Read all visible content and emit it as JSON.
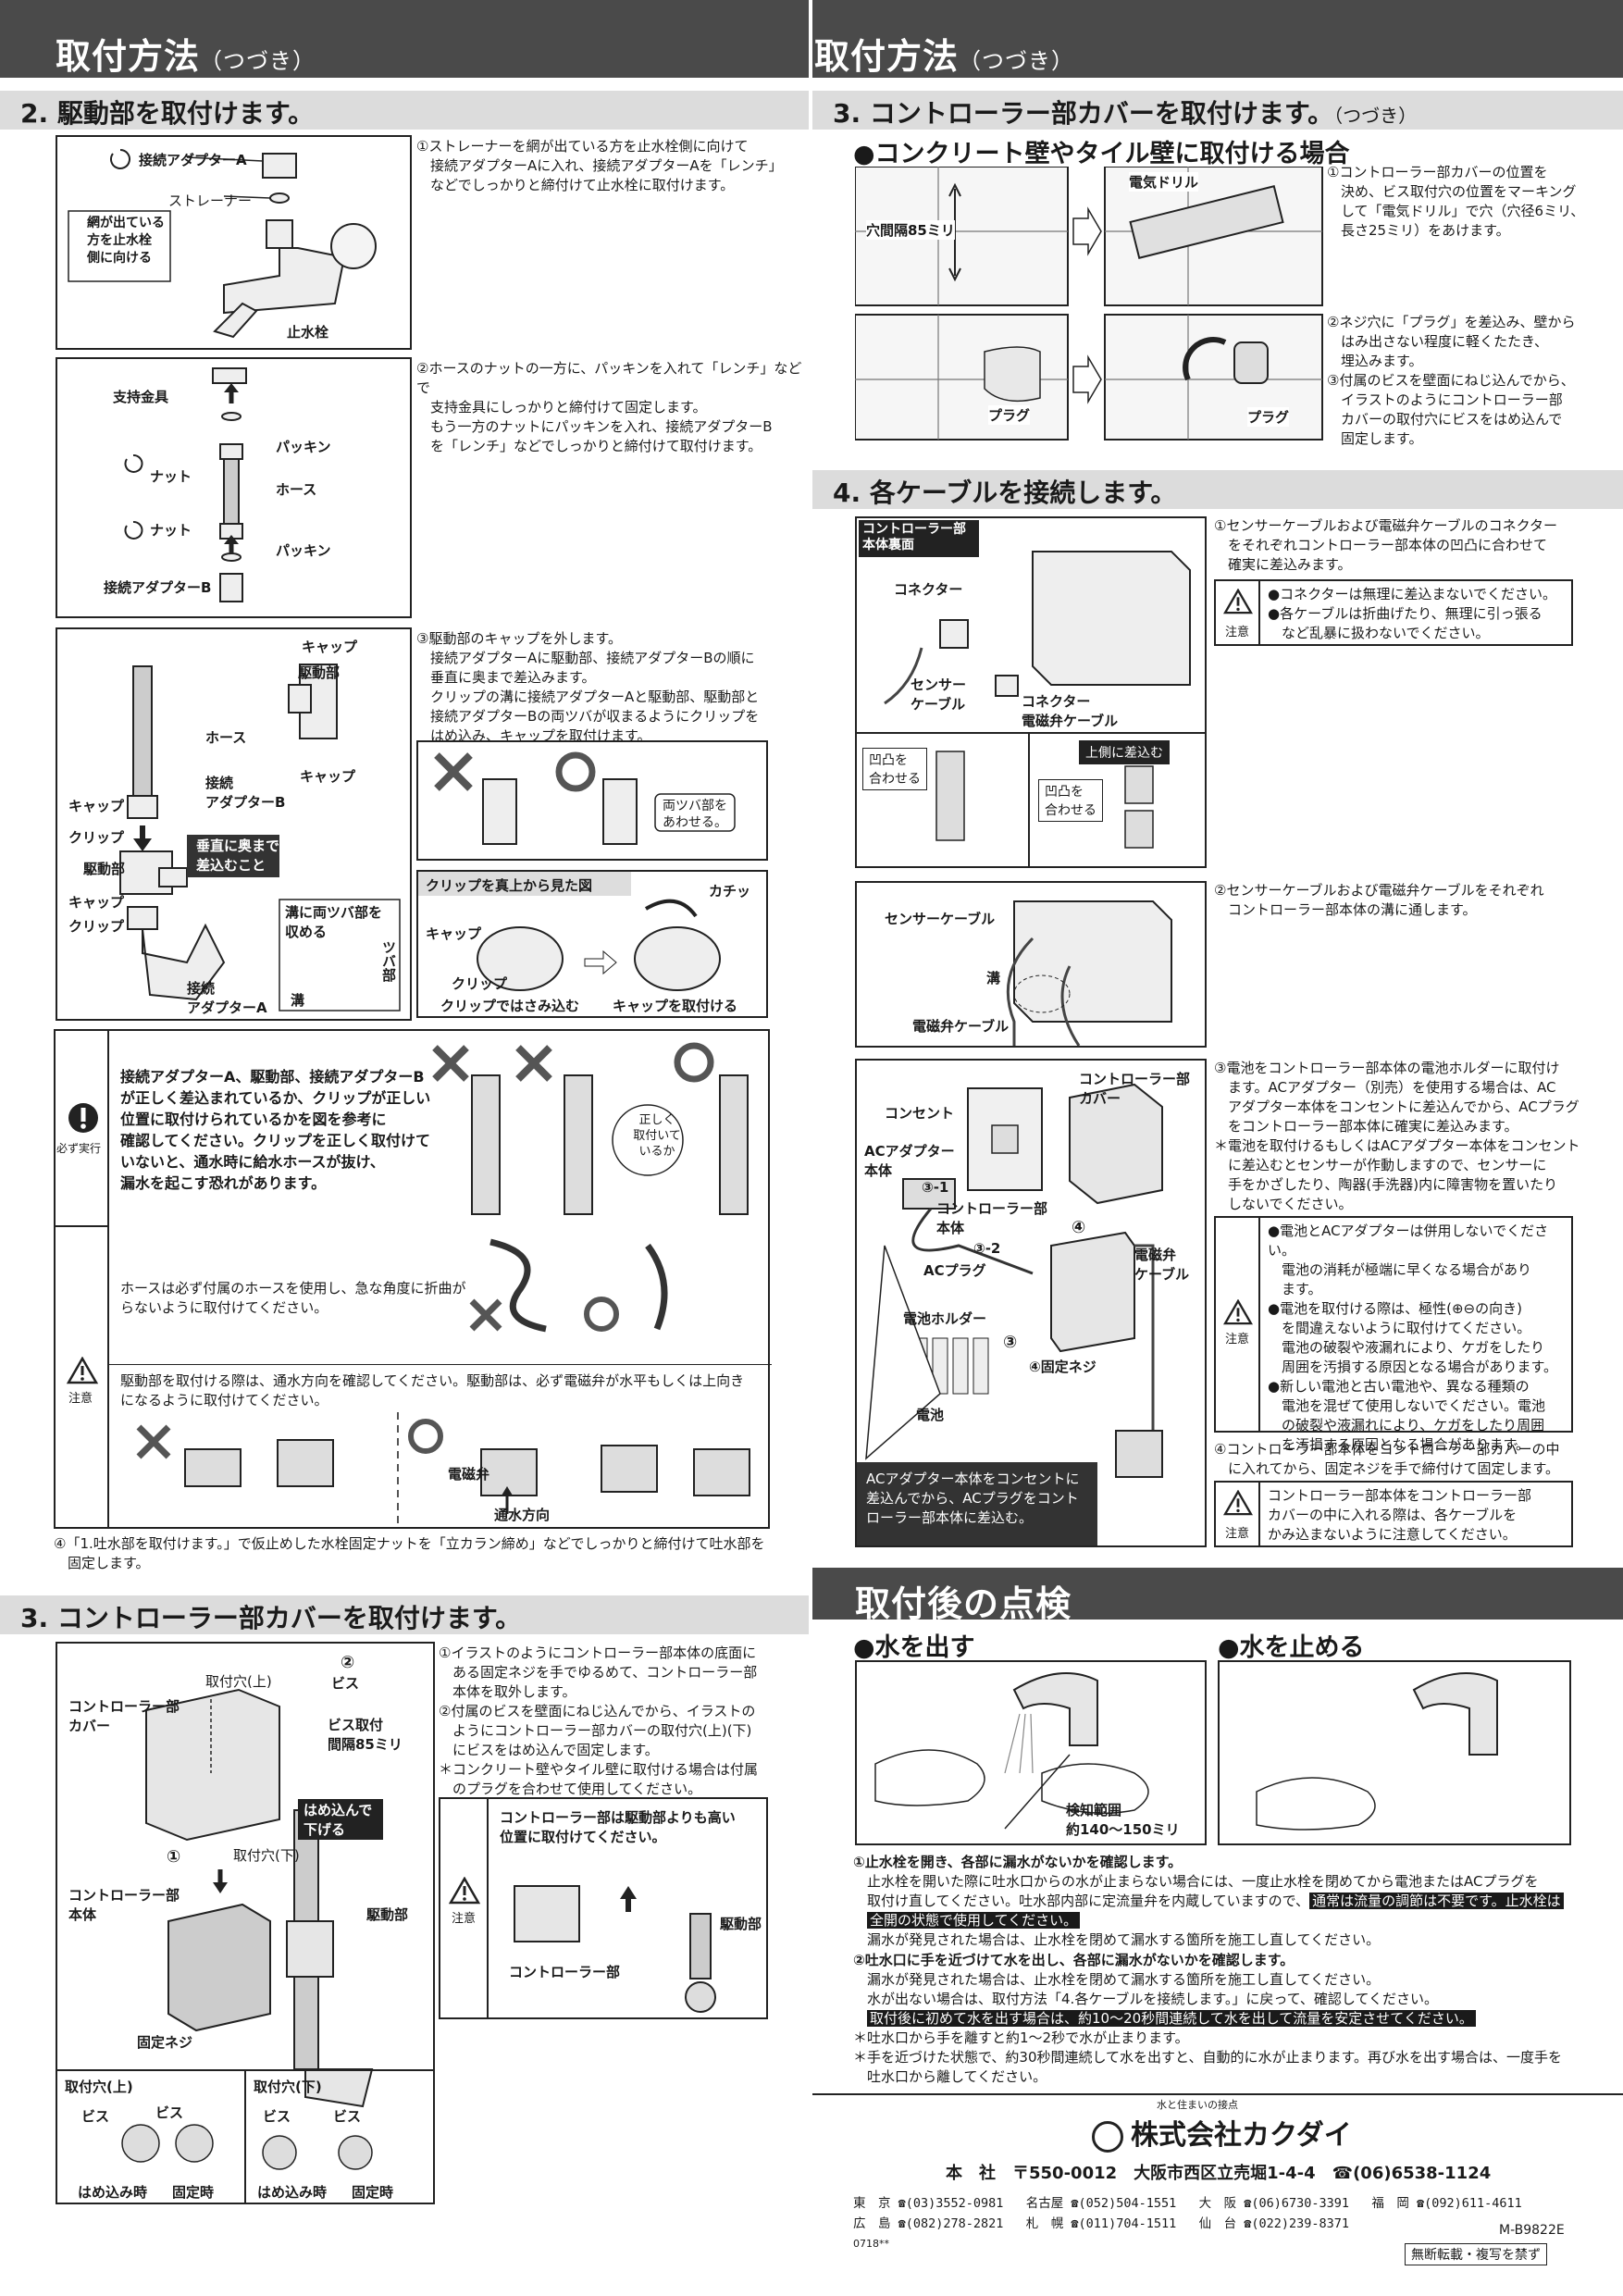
{
  "header": {
    "left_title": "取付方法",
    "left_sub": "（つづき）",
    "right_title": "取付方法",
    "right_sub": "（つづき）"
  },
  "sec2": {
    "title": "2. 駆動部を取付けます。",
    "s1": {
      "text": "①ストレーナーを網が出ている方を止水栓側に向けて\n　接続アダプターAに入れ、接続アダプターAを「レンチ」\n　などでしっかりと締付けて止水栓に取付けます。",
      "labels": {
        "adapterA": "接続アダプターA",
        "strainer": "ストレーナー",
        "note": "網が出ている\n方を止水栓\n側に向ける",
        "valve": "止水栓"
      }
    },
    "s2": {
      "text": "②ホースのナットの一方に、パッキンを入れて「レンチ」などで\n　支持金具にしっかりと締付けて固定します。\n　もう一方のナットにパッキンを入れ、接続アダプターB\n　を「レンチ」などでしっかりと締付けて取付けます。",
      "labels": {
        "bracket": "支持金具",
        "packing1": "パッキン",
        "nut1": "ナット",
        "hose": "ホース",
        "nut2": "ナット",
        "packing2": "パッキン",
        "adapterB": "接続アダプターB"
      }
    },
    "s3": {
      "text": "③駆動部のキャップを外します。\n　接続アダプターAに駆動部、接続アダプターBの順に\n　垂直に奥まで差込みます。\n　クリップの溝に接続アダプターAと駆動部、駆動部と\n　接続アダプターBの両ツバが収まるようにクリップを\n　はめ込み、キャップを取付けます。",
      "labels": {
        "cap1": "キャップ",
        "drive": "駆動部",
        "cap2": "キャップ",
        "hose": "ホース",
        "adapterB": "接続\nアダプターB",
        "cap3": "キャップ",
        "clip1": "クリップ",
        "drive2": "駆動部",
        "cap4": "キャップ",
        "clip2": "クリップ",
        "adapterA": "接続\nアダプターA",
        "vertical": "垂直に奥まで\n差込むこと",
        "groove": "溝に両ツバ部を\n収める",
        "groove2": "溝",
        "tsuba": "ツバ部",
        "both_tsuba": "両ツバ部を\nあわせる。",
        "clip_view": "クリップを真上から見た図",
        "click": "カチッ",
        "cap5": "キャップ",
        "clip3": "クリップ",
        "clip_in": "クリップではさみ込む",
        "cap_on": "キャップを取付ける"
      }
    },
    "must": {
      "label": "必ず実行",
      "text": "接続アダプターA、駆動部、接続アダプターB\nが正しく差込まれているか、クリップが正しい\n位置に取付けられているかを図を参考に\n確認してください。クリップを正しく取付けて\nいないと、通水時に給水ホースが抜け、\n漏水を起こす恐れがあります。",
      "bubble": "正しく\n取付いて\nいるか"
    },
    "caution": {
      "label": "注意",
      "text1": "ホースは必ず付属のホースを使用し、急な角度に折曲が\nらないように取付けてください。",
      "text2": "駆動部を取付ける際は、通水方向を確認してください。駆動部は、必ず電磁弁が水平もしくは上向き\nになるように取付けてください。",
      "solenoid": "電磁弁",
      "flow": "通水方向"
    },
    "s4": "④「1.吐水部を取付けます。」で仮止めした水栓固定ナットを「立カラン締め」などでしっかりと締付けて吐水部を\n　固定します。"
  },
  "sec3a": {
    "title": "3. コントローラー部カバーを取付けます。",
    "text": "①イラストのようにコントローラー部本体の底面に\n　ある固定ネジを手でゆるめて、コントローラー部\n　本体を取外します。\n②付属のビスを壁面にねじ込んでから、イラストの\n　ようにコントローラー部カバーの取付穴(上)(下)\n　にビスをはめ込んで固定します。\n＊コンクリート壁やタイル壁に取付ける場合は付属\n　のプラグを合わせて使用してください。",
    "labels": {
      "hole_top": "取付穴(上)",
      "screw": "ビス",
      "cover": "コントローラー部\nカバー",
      "pitch": "ビス取付\n間隔85ミリ",
      "push": "はめ込んで\n下げる",
      "hole_bottom": "取付穴(下)",
      "body": "コントローラー部\n本体",
      "drive": "駆動部",
      "fix": "固定ネジ",
      "n1": "①",
      "n2": "②"
    },
    "caution": {
      "label": "注意",
      "text": "コントローラー部は駆動部よりも高い\n位置に取付けてください。",
      "ctrl": "コントローラー部",
      "drive": "駆動部"
    },
    "detail": {
      "top_title": "取付穴(上)",
      "bottom_title": "取付穴(下)",
      "screw1": "ビス",
      "screw2": "ビス",
      "screw3": "ビス",
      "screw4": "ビス",
      "fit": "はめ込み時",
      "fixed": "固定時",
      "fit2": "はめ込み時",
      "fixed2": "固定時"
    }
  },
  "sec3b": {
    "title": "3. コントローラー部カバーを取付けます。",
    "title_sub": "（つづき）",
    "subhead": "●コンクリート壁やタイル壁に取付ける場合",
    "text1": "①コントローラー部カバーの位置を\n　決め、ビス取付穴の位置をマーキング\n　して「電気ドリル」で穴（穴径6ミリ、\n　長さ25ミリ）をあけます。",
    "text2": "②ネジ穴に「プラグ」を差込み、壁から\n　はみ出さない程度に軽くたたき、\n　埋込みます。\n③付属のビスを壁面にねじ込んでから、\n　イラストのようにコントローラー部\n　カバーの取付穴にビスをはめ込んで\n　固定します。",
    "labels": {
      "pitch": "穴間隔85ミリ",
      "drill": "電気ドリル",
      "plug1": "プラグ",
      "plug2": "プラグ"
    }
  },
  "sec4": {
    "title": "4. 各ケーブルを接続します。",
    "text1": "①センサーケーブルおよび電磁弁ケーブルのコネクター\n　をそれぞれコントローラー部本体の凹凸に合わせて\n　確実に差込みます。",
    "caution1": {
      "label": "注意",
      "text": "●コネクターは無理に差込まないでください。\n●各ケーブルは折曲げたり、無理に引っ張る\n　など乱暴に扱わないでください。"
    },
    "labels1": {
      "back": "コントローラー部\n本体裏面",
      "connector": "コネクター",
      "sensor": "センサー\nケーブル",
      "connector2": "コネクター\n電磁弁ケーブル",
      "fit1": "凹凸を\n合わせる",
      "up": "上側に差込む",
      "fit2": "凹凸を\n合わせる"
    },
    "text2": "②センサーケーブルおよび電磁弁ケーブルをそれぞれ\n　コントローラー部本体の溝に通します。",
    "labels2": {
      "sensor": "センサーケーブル",
      "groove": "溝",
      "solenoid": "電磁弁ケーブル"
    },
    "text3": "③電池をコントローラー部本体の電池ホルダーに取付け\n　ます。ACアダプター（別売）を使用する場合は、AC\n　アダプター本体をコンセントに差込んでから、ACプラグ\n　をコントローラー部本体に確実に差込みます。\n＊電池を取付けるもしくはACアダプター本体をコンセント\n　に差込むとセンサーが作動しますので、センサーに\n　手をかざしたり、陶器(手洗器)内に障害物を置いたり\n　しないでください。",
    "labels3": {
      "outlet": "コンセント",
      "ac_body": "ACアダプター\n本体",
      "cover": "コントローラー部\nカバー",
      "n31": "③-1",
      "ctrl_body": "コントローラー部\n本体",
      "n32": "③-2",
      "ac_plug": "ACプラグ",
      "battery_holder": "電池ホルダー",
      "n3": "③",
      "n4": "④",
      "fix": "④固定ネジ",
      "battery": "電池",
      "solenoid": "電磁弁\nケーブル"
    },
    "dark_note": "ACアダプター本体をコンセントに\n差込んでから、ACプラグをコント\nローラー部本体に差込む。",
    "caution3": {
      "label": "注意",
      "text": "●電池とACアダプターは併用しないでください。\n　電池の消耗が極端に早くなる場合があり\n　ます。\n●電池を取付ける際は、極性(⊕⊖の向き)\n　を間違えないように取付けてください。\n　電池の破裂や液漏れにより、ケガをしたり\n　周囲を汚損する原因となる場合があります。\n●新しい電池と古い電池や、異なる種類の\n　電池を混ぜて使用しないでください。電池\n　の破裂や液漏れにより、ケガをしたり周囲\n　を汚損する原因となる場合があります。"
    },
    "text4": "④コントローラー部本体をコントローラー部カバーの中\n　に入れてから、固定ネジを手で締付けて固定します。",
    "caution4": {
      "label": "注意",
      "text": "コントローラー部本体をコントローラー部\nカバーの中に入れる際は、各ケーブルを\nかみ込まないように注意してください。"
    }
  },
  "check": {
    "title": "取付後の点検",
    "water_on": "●水を出す",
    "water_off": "●水を止める",
    "range": "検知範囲\n約140〜150ミリ",
    "t1a": "①止水栓を開き、各部に漏水がないかを確認します。",
    "t1b": "　止水栓を開いた際に吐水口からの水が止まらない場合には、一度止水栓を閉めてから電池またはACプラグを",
    "t1c": "　取付け直してください。吐水部内部に定流量弁を内蔵していますので、",
    "t1c_hl": "通常は流量の調節は不要です。止水栓は",
    "t1d_hl": "全開の状態で使用してください。",
    "t1e": "　漏水が発見された場合は、止水栓を閉めて漏水する箇所を施工し直してください。",
    "t2a": "②吐水口に手を近づけて水を出し、各部に漏水がないかを確認します。",
    "t2b": "　漏水が発見された場合は、止水栓を閉めて漏水する箇所を施工し直してください。",
    "t2c": "　水が出ない場合は、取付方法「4.各ケーブルを接続します。」に戻って、確認してください。",
    "t2d_hl": "取付後に初めて水を出す場合は、約10〜20秒間連続して水を出して流量を安定させてください。",
    "t3": "＊吐水口から手を離すと約1〜2秒で水が止まります。",
    "t4": "＊手を近づけた状態で、約30秒間連続して水を出すと、自動的に水が止まります。再び水を出す場合は、一度手を\n　吐水口から離してください。"
  },
  "footer": {
    "tagline": "水と住まいの接点",
    "company": "株式会社カクダイ",
    "hq": "本　社　〒550-0012　大阪市西区立売堀1-4-4　☎(06)6538-1124",
    "tel1": "東　京 ☎(03)3552-0981   名古屋 ☎(052)504-1551   大　阪 ☎(06)6730-3391   福　岡 ☎(092)611-4611",
    "tel2": "広　島 ☎(082)278-2821   札　幌 ☎(011)704-1511   仙　台 ☎(022)239-8371",
    "code": "M-B9822E",
    "date": "0718**",
    "notice": "無断転載・複写を禁ず"
  }
}
